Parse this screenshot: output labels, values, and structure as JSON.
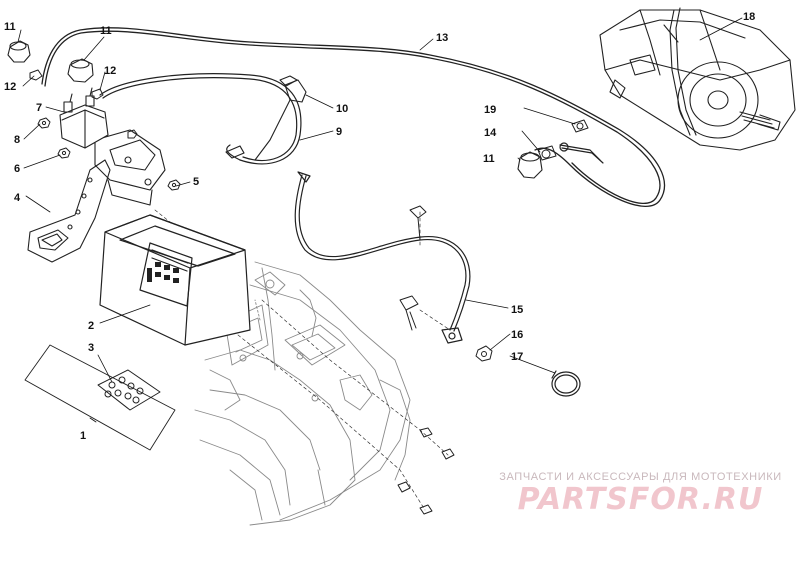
{
  "diagram": {
    "callouts": [
      "1",
      "2",
      "3",
      "4",
      "5",
      "6",
      "7",
      "8",
      "9",
      "10",
      "11",
      "11",
      "11",
      "12",
      "12",
      "13",
      "14",
      "15",
      "16",
      "17",
      "18",
      "19"
    ]
  },
  "watermark": {
    "caption": "ЗАПЧАСТИ И АКСЕССУАРЫ ДЛЯ МОТОТЕХНИКИ",
    "logo": "PARTSFOR.RU"
  },
  "colors": {
    "line": "#222222",
    "frame": "#888888",
    "watermark_text": "#c9b8bc",
    "watermark_logo": "#f1c6cd"
  }
}
